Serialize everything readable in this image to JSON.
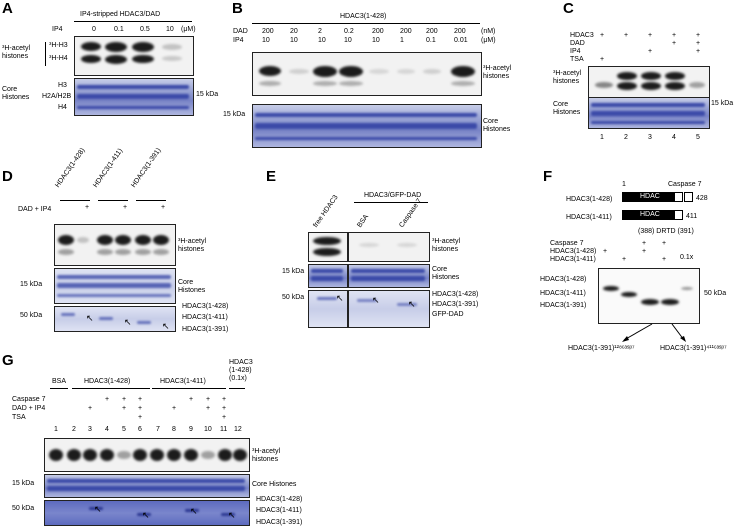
{
  "panelA": {
    "letter": "A",
    "header": "IP4-stripped HDAC3/DAD",
    "ip4_label": "IP4",
    "concs": [
      "0",
      "0.1",
      "0.5",
      "10"
    ],
    "unit": "(μM)",
    "h3": "³H-H3",
    "h4": "³H-H4",
    "acetyl1": "³H-acetyl",
    "acetyl2": "histones",
    "core1": "Core",
    "core2": "Histones",
    "c_h3": "H3",
    "c_h2": "H2A/H2B",
    "c_h4": "H4",
    "kda": "15 kDa"
  },
  "panelB": {
    "letter": "B",
    "header": "HDAC3(1-428)",
    "dad_label": "DAD",
    "ip4_label": "IP4",
    "dad": [
      "200",
      "20",
      "2",
      "0.2",
      "200",
      "200",
      "200",
      "200"
    ],
    "ip4": [
      "10",
      "10",
      "10",
      "10",
      "10",
      "1",
      "0.1",
      "0.01"
    ],
    "unit_nm": "(nM)",
    "unit_um": "(μM)",
    "acetyl1": "³H-acetyl",
    "acetyl2": "histones",
    "kda": "15 kDa",
    "core1": "Core",
    "core2": "Histones"
  },
  "panelC": {
    "letter": "C",
    "rows": [
      {
        "label": "HDAC3",
        "marks": [
          "+",
          "+",
          "+",
          "+",
          "+"
        ]
      },
      {
        "label": "DAD",
        "marks": [
          "",
          "",
          "",
          "+",
          "+"
        ]
      },
      {
        "label": "IP4",
        "marks": [
          "",
          "",
          "+",
          "",
          "+"
        ]
      },
      {
        "label": "TSA",
        "marks": [
          "+",
          "",
          "",
          "",
          ""
        ]
      }
    ],
    "acetyl1": "³H-acetyl",
    "acetyl2": "histones",
    "core1": "Core",
    "core2": "Histones",
    "kda": "15 kDa",
    "lanes": [
      "1",
      "2",
      "3",
      "4",
      "5"
    ]
  },
  "panelD": {
    "letter": "D",
    "constructs": [
      "HDAC3(1-428)",
      "HDAC3(1-411)",
      "HDAC3(1-391)"
    ],
    "dadip4": "DAD + IP4",
    "plus": "+",
    "acetyl1": "³H-acetyl",
    "acetyl2": "histones",
    "kda15": "15 kDa",
    "kda50": "50 kDa",
    "core1": "Core",
    "core2": "Histones",
    "m1": "HDAC3(1-428)",
    "m2": "HDAC3(1-411)",
    "m3": "HDAC3(1-391)"
  },
  "panelE": {
    "letter": "E",
    "header": "HDAC3/GFP-DAD",
    "free": "free HDAC3",
    "bsa": "BSA",
    "casp": "Caspase 7",
    "acetyl1": "³H-acetyl",
    "acetyl2": "histones",
    "kda15": "15 kDa",
    "kda50": "50 kDa",
    "core1": "Core",
    "core2": "Histones",
    "m1": "HDAC3(1-428)",
    "m2": "HDAC3(1-391)",
    "m3": "GFP-DAD"
  },
  "panelF": {
    "letter": "F",
    "casp_title": "Caspase 7",
    "one": "1",
    "c1": "HDAC3(1-428)",
    "c2": "HDAC3(1-411)",
    "hdac": "HDAC",
    "end1": "428",
    "end2": "411",
    "seq": "(388) DRTD (391)",
    "rows": [
      {
        "label": "Caspase 7",
        "marks": [
          "",
          "",
          "+",
          "+",
          ""
        ]
      },
      {
        "label": "HDAC3(1-428)",
        "marks": [
          "+",
          "",
          "+",
          "",
          ""
        ]
      },
      {
        "label": "HDAC3(1-411)",
        "marks": [
          "",
          "+",
          "",
          "+",
          ""
        ]
      }
    ],
    "tenth": "0.1x",
    "m1": "HDAC3(1-428)",
    "m2": "HDAC3(1-411)",
    "m3": "HDAC3(1-391)",
    "kda50": "50 kDa",
    "prod1": "HDAC3(1-391)¹²⁸ᶜᵃˢᵖ⁷",
    "prod2": "HDAC3(1-391)⁴¹¹ᶜᵃˢᵖ⁷"
  },
  "panelG": {
    "letter": "G",
    "bsa": "BSA",
    "g428": "HDAC3(1-428)",
    "g411": "HDAC3(1-411)",
    "g_extra1": "HDAC3",
    "g_extra2": "(1-428)",
    "g_extra3": "(0.1x)",
    "rows": [
      {
        "label": "Caspase 7",
        "marks": [
          "",
          "",
          "",
          "+",
          "+",
          "+",
          "",
          "",
          "+",
          "+",
          "+",
          ""
        ]
      },
      {
        "label": "DAD + IP4",
        "marks": [
          "",
          "",
          "+",
          "",
          "+",
          "+",
          "",
          "+",
          "",
          "+",
          "+",
          ""
        ]
      },
      {
        "label": "TSA",
        "marks": [
          "",
          "",
          "",
          "",
          "",
          "+",
          "",
          "",
          "",
          "",
          "+",
          ""
        ]
      }
    ],
    "lanes": [
      "1",
      "2",
      "3",
      "4",
      "5",
      "6",
      "7",
      "8",
      "9",
      "10",
      "11",
      "12"
    ],
    "acetyl1": "³H-acetyl",
    "acetyl2": "histones",
    "kda15": "15 kDa",
    "kda50": "50 kDa",
    "core": "Core Histones",
    "m1": "HDAC3(1-428)",
    "m2": "HDAC3(1-411)",
    "m3": "HDAC3(1-391)"
  }
}
